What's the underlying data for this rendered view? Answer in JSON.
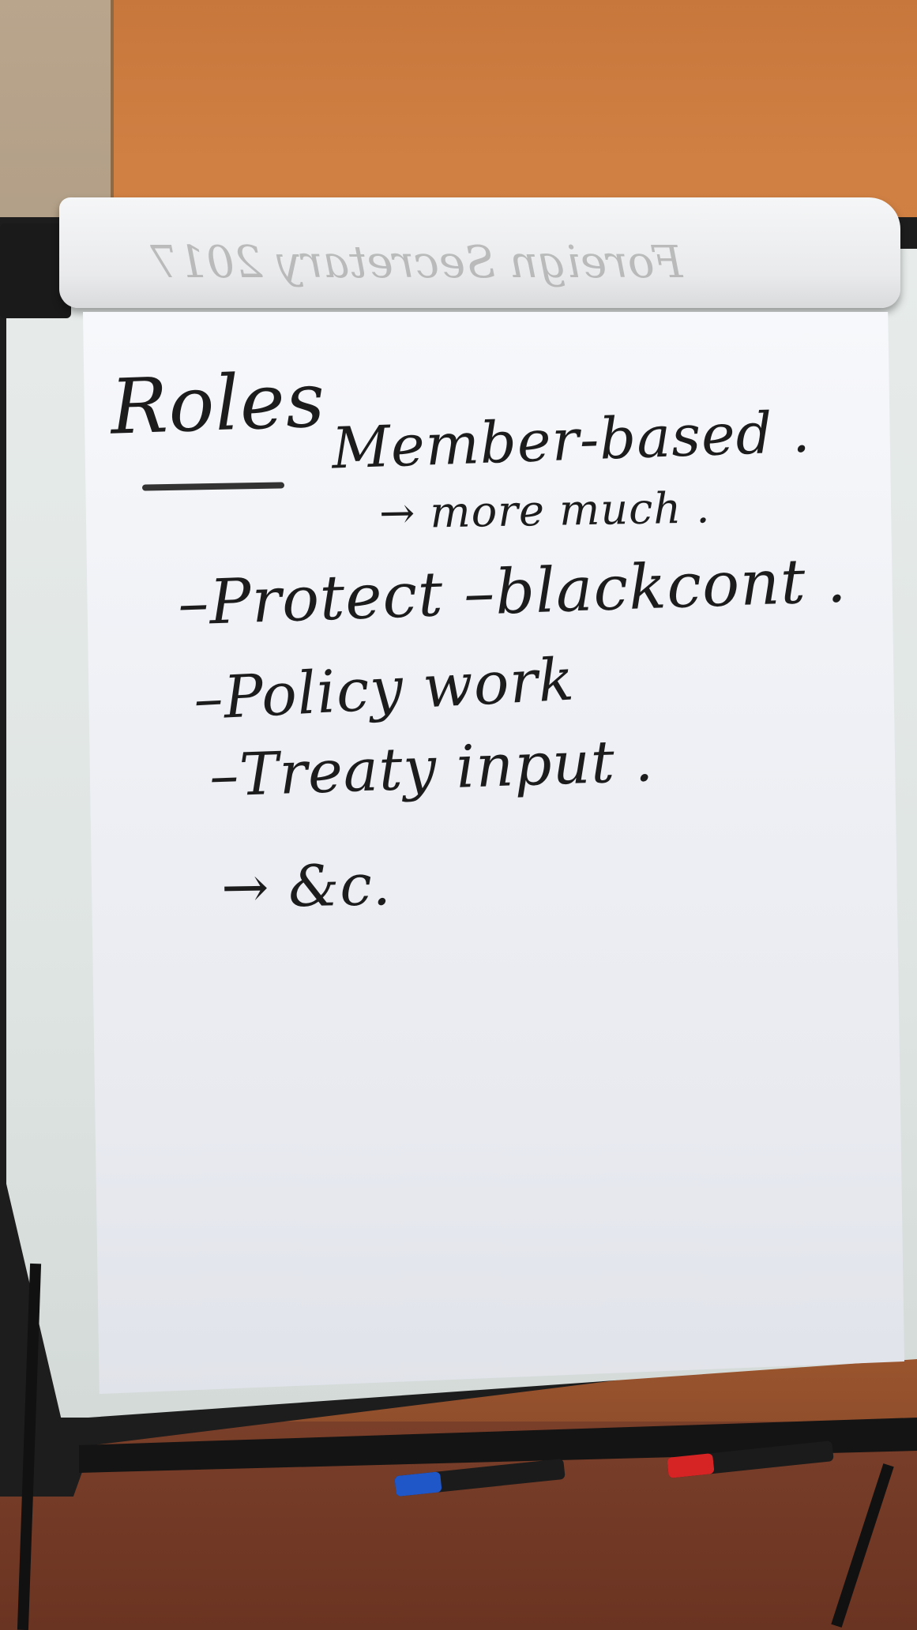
{
  "roll_text": "Foreign Secretary 2017",
  "sheet": {
    "heading": "Roles",
    "lines": [
      "Member-based .",
      "→ more much .",
      "–Protect –blackcont .",
      "–Policy work",
      "–Treaty input .",
      "→ &c."
    ]
  },
  "markers": [
    {
      "color": "#1f56c8"
    },
    {
      "color": "#d62424"
    }
  ]
}
